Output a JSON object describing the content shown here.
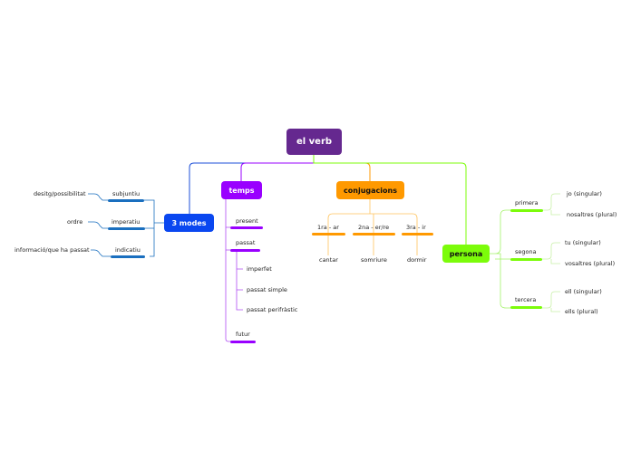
{
  "colors": {
    "root": "#65288f",
    "modes": "#0a47f0",
    "modes_line": "#1c4fd8",
    "modes_sub": "#1a6fbf",
    "temps": "#9900ff",
    "temps_line": "#b04df3",
    "conj": "#ff9900",
    "conj_line": "#ffc45e",
    "persona": "#7cfc0a",
    "persona_line": "#a4f26a",
    "persona_sub_line": "#c9f0a8"
  },
  "root": {
    "label": "el verb"
  },
  "modes": {
    "label": "3 modes",
    "items": [
      {
        "label": "subjuntiu",
        "desc": "desitg/possibilitat"
      },
      {
        "label": "imperatiu",
        "desc": "ordre"
      },
      {
        "label": "indicatiu",
        "desc": "informació/que ha passat"
      }
    ]
  },
  "temps": {
    "label": "temps",
    "items": [
      {
        "label": "present"
      },
      {
        "label": "passat",
        "children": [
          "imperfet",
          "passat simple",
          "passat perifràstic"
        ]
      },
      {
        "label": "futur"
      }
    ]
  },
  "conjugacions": {
    "label": "conjugacions",
    "items": [
      {
        "label": "1ra - ar",
        "example": "cantar"
      },
      {
        "label": "2na - er/re",
        "example": "somriure"
      },
      {
        "label": "3ra - ir",
        "example": "dormir"
      }
    ]
  },
  "persona": {
    "label": "persona",
    "items": [
      {
        "label": "primera",
        "children": [
          "jo (singular)",
          "nosaltres (plural)"
        ]
      },
      {
        "label": "segona",
        "children": [
          "tu (singular)",
          "vosaltres (plural)"
        ]
      },
      {
        "label": "tercera",
        "children": [
          "ell (singular)",
          "ells (plural)"
        ]
      }
    ]
  }
}
